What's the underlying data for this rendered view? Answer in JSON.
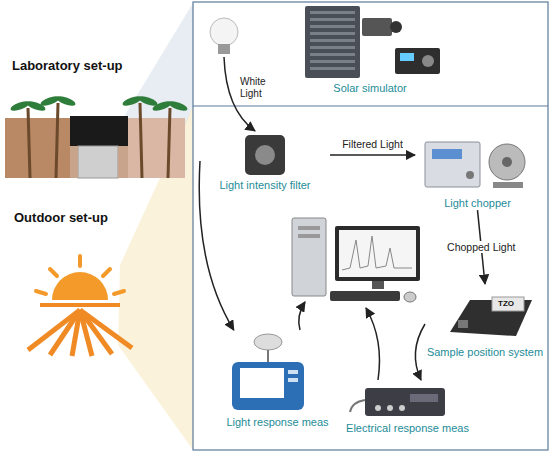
{
  "diagram": {
    "nodes": [
      {
        "text": [
          "Solar simulator"
        ]
      },
      {
        "text": [
          "Light intensity filter"
        ]
      },
      {
        "text": [
          "Light chopper"
        ]
      },
      {
        "text": [
          "Sample position system"
        ]
      },
      {
        "text": [
          "Light response meas"
        ]
      },
      {
        "text": [
          "Electrical response meas"
        ]
      }
    ],
    "edges": [
      {
        "from": 1,
        "to": 2,
        "label": "Filtered Light",
        "arrow": "to"
      },
      {
        "from": 2,
        "to": 3,
        "label": "Chopped Light",
        "arrow": "to"
      },
      {
        "from": 3,
        "to": 5,
        "arrow": "to"
      },
      {
        "from": 1,
        "to": 4,
        "arrow": "to"
      }
    ],
    "labels": [
      "Laboratory set-up",
      "Outdoor set-up",
      "White Light",
      "TZO"
    ]
  }
}
